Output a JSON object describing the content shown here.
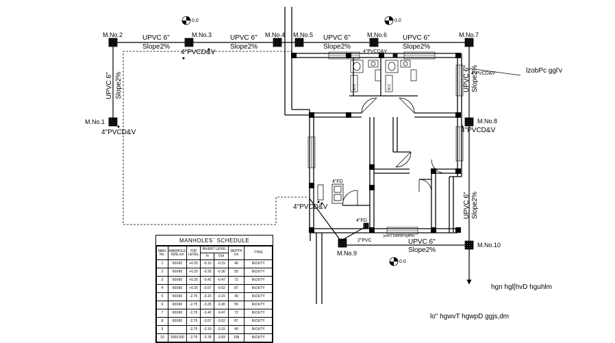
{
  "manholes": [
    {
      "id": "mh1",
      "label": "M.No.1"
    },
    {
      "id": "mh2",
      "label": "M.No.2"
    },
    {
      "id": "mh3",
      "label": "M.No.3"
    },
    {
      "id": "mh4",
      "label": "M.No.4"
    },
    {
      "id": "mh5",
      "label": "M.No.5"
    },
    {
      "id": "mh6",
      "label": "M.No.6"
    },
    {
      "id": "mh7",
      "label": "M.No.7"
    },
    {
      "id": "mh8",
      "label": "M.No.8"
    },
    {
      "id": "mh9",
      "label": "M.No.9"
    },
    {
      "id": "mh10",
      "label": "M.No.10"
    }
  ],
  "pipes": {
    "upvc": "UPVC  6\"",
    "slope": "Slope2%",
    "pvcdv": "4\"PVCD&V",
    "pvcdv_small": "4\"PVCD&V",
    "fd": "4\"FD",
    "pvc2": "2\"PVC",
    "ridge_note": "jwvsT  lsMhM  hglHhv"
  },
  "levels": {
    "zero": "0.0"
  },
  "wc": {
    "label": "W.C"
  },
  "notes": {
    "note_right": "lzobPc ggl'v",
    "note_bottom1": "hgn  hgl[hvD  hguhlm",
    "note_bottom2": "lo\"  hgwvT  hgwpD  ggjs,dm"
  },
  "schedule": {
    "title": "MANHOLES`  SCHEDULE",
    "headers": {
      "no": "MAN. No.",
      "size": "MANHOLE SIZE,cm",
      "top": "TOP LEVEL",
      "invert": "INVERT LEVEL",
      "in": "In",
      "out": "Out",
      "depth": "DEPTH cm",
      "type": "TYPE"
    },
    "rows": [
      {
        "no": "1",
        "size": "60X60",
        "top": "+0.25",
        "in": "-0.10",
        "out": "-0.15",
        "depth": "40",
        "type": "M.DUTY"
      },
      {
        "no": "2",
        "size": "60X60",
        "top": "+0.25",
        "in": "-0.25",
        "out": "-0.30",
        "depth": "55",
        "type": "M.DUTY"
      },
      {
        "no": "3",
        "size": "60X60",
        "top": "+0.25",
        "in": "-0.42",
        "out": "-0.47",
        "depth": "72",
        "type": "M.DUTY"
      },
      {
        "no": "4",
        "size": "60X60",
        "top": "+0.25",
        "in": "-0.57",
        "out": "-0.62",
        "depth": "87",
        "type": "M.DUTY"
      },
      {
        "no": "5",
        "size": "60X60",
        "top": "-2.75",
        "in": "-3.10",
        "out": "-3.15",
        "depth": "40",
        "type": "M.DUTY"
      },
      {
        "no": "6",
        "size": "60X60",
        "top": "-2.75",
        "in": "-3.25",
        "out": "-3.30",
        "depth": "55",
        "type": "M.DUTY"
      },
      {
        "no": "7",
        "size": "60X60",
        "top": "-2.75",
        "in": "-3.42",
        "out": "-3.47",
        "depth": "72",
        "type": "M.DUTY"
      },
      {
        "no": "8",
        "size": "60X60",
        "top": "-2.75",
        "in": "-3.57",
        "out": "-3.62",
        "depth": "87",
        "type": "M.DUTY"
      },
      {
        "no": "9",
        "size": "",
        "top": "-2.75",
        "in": "-3.10",
        "out": "-3.15",
        "depth": "40",
        "type": "M.DUTY"
      },
      {
        "no": "10",
        "size": "100X100",
        "top": "-2.75",
        "in": "-3.78",
        "out": "-3.83",
        "depth": "108",
        "type": "M.DUTY"
      }
    ]
  }
}
